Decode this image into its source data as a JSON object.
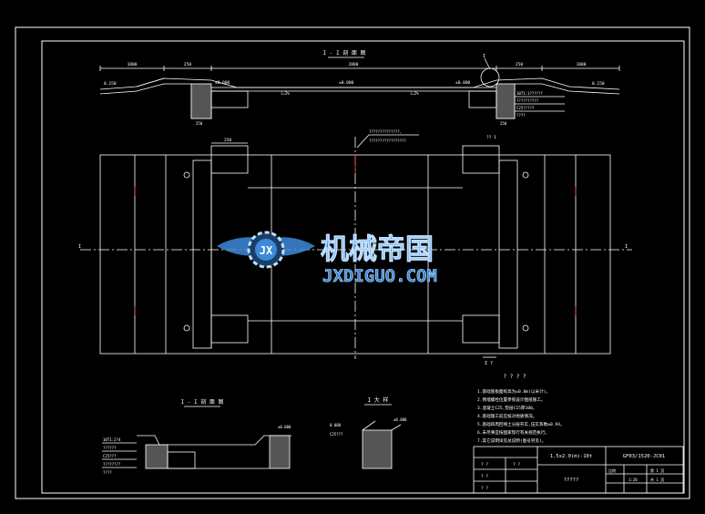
{
  "colors": {
    "background": "#000000",
    "line": "#ffffff",
    "accent_red": "#ff4040",
    "accent_yellow": "#ffff00",
    "logo_blue": "#3c8ad8",
    "logo_light": "#bfe0ff"
  },
  "section_top": {
    "title": "I - I 剖 面 图",
    "label_I": "I",
    "dims": [
      "1800",
      "250",
      "2800",
      "250",
      "1800"
    ],
    "levels": [
      "0.150",
      "±0.000",
      "±0.000",
      "±0.000",
      "0.150"
    ],
    "slope_labels": [
      "i=2%",
      "i=2%"
    ],
    "side_labels": [
      "250",
      "250"
    ],
    "notes": [
      "10T1:1??????",
      "??????????",
      "C25?????",
      "????"
    ]
  },
  "plan": {
    "annotation_lines": [
      "??????????????,",
      "?????????????????"
    ],
    "corner_label": "?? 1",
    "dim_top": "250",
    "axis_labels": [
      "I",
      "I"
    ],
    "section_mark_bottom": "I  ?"
  },
  "section_bottom": {
    "title": "I - I 剖 面 图",
    "notes": [
      "10T1:2?4",
      "??????",
      "C25???",
      "????????",
      "????"
    ],
    "level": "±0.000"
  },
  "detail": {
    "title": "I 大 样",
    "labels": [
      "±0.000",
      "0.000",
      "C25???"
    ]
  },
  "notes_block": {
    "title": "? ? ? ?",
    "items": [
      "1.基础底板面标高为±0.0m(以米计)。",
      "2.预埋螺栓位置参照设计图纸施工。",
      "3.混凝土C25,垫层C15厚100。",
      "4.基础施工前应核对地质情况。",
      "5.基础四周回填土分层夯实,压实系数≥0.94。",
      "6.未尽事宜按国家现行有关规范执行。",
      "7.其它说明详见总说明(图号另见)。"
    ]
  },
  "title_block": {
    "project": "1.5x2.0(m)-10t",
    "drawing_no": "GF03/1520-JC01",
    "drawing_name": "?????",
    "rows": [
      "? ?",
      "? ?",
      "? ?",
      "? ?"
    ],
    "scale_label": "比例",
    "scale": "1:20",
    "sheet_label": "第 1 页",
    "sheet_total": "共 1 页"
  },
  "watermark": {
    "text_cn": "机械帝国",
    "text_en": "JXDIGUO.COM",
    "logo_letters": "JX"
  }
}
